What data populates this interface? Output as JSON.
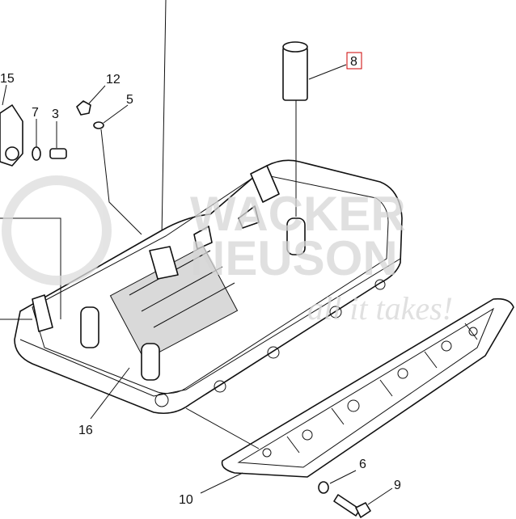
{
  "diagram": {
    "callouts": {
      "c15": "15",
      "c12": "12",
      "c7": "7",
      "c3": "3",
      "c5": "5",
      "c8": "8",
      "c16": "16",
      "c10": "10",
      "c6": "6",
      "c9": "9"
    },
    "watermark": {
      "brand_line1": "WACKER",
      "brand_line2": "NEUSON",
      "slogan": "all it takes!"
    }
  }
}
